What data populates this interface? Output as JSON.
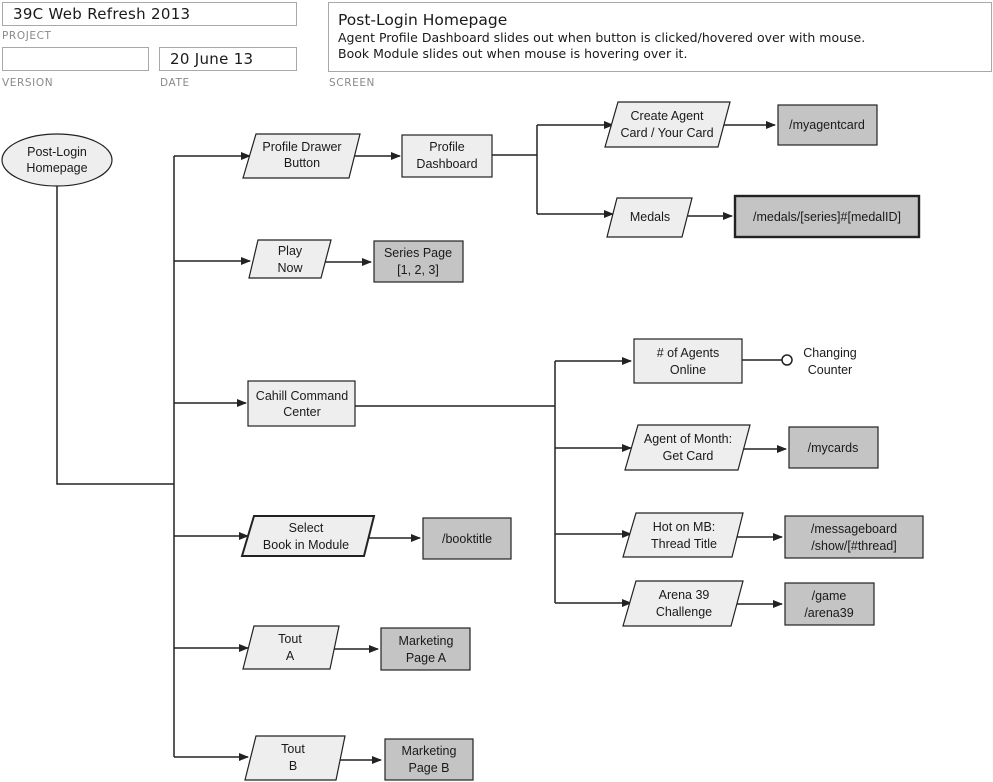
{
  "header": {
    "project_value": "39C Web Refresh 2013",
    "project_caption": "PROJECT",
    "version_value": "",
    "version_caption": "VERSION",
    "date_value": "20 June 13",
    "date_caption": "DATE",
    "screen_caption": "SCREEN",
    "screen_title": "Post-Login Homepage",
    "screen_desc_1": "Agent Profile Dashboard slides out when button is clicked/hovered over with mouse.",
    "screen_desc_2": "Book Module slides out when mouse is hovering over it."
  },
  "colors": {
    "line": "#222222",
    "shape_fill": "#eeeeee",
    "page_fill": "#c4c4c4",
    "border": "#a8a8a8"
  },
  "nodes": {
    "start": [
      "Post-Login",
      "Homepage"
    ],
    "profile_drawer": [
      "Profile Drawer",
      "Button"
    ],
    "profile_dashboard": [
      "Profile",
      "Dashboard"
    ],
    "create_agent_card": [
      "Create Agent",
      "Card / Your Card"
    ],
    "myagentcard": [
      "/myagentcard"
    ],
    "medals": [
      "Medals"
    ],
    "medals_url": [
      "/medals/[series]#[medalID]"
    ],
    "play_now": [
      "Play",
      "Now"
    ],
    "series_page": [
      "Series Page",
      "[1, 2, 3]"
    ],
    "cahill": [
      "Cahill Command",
      "Center"
    ],
    "agents_online": [
      "# of Agents",
      "Online"
    ],
    "changing_counter": [
      "Changing",
      "Counter"
    ],
    "agent_of_month": [
      "Agent of Month:",
      "Get Card"
    ],
    "mycards": [
      "/mycards"
    ],
    "hot_on_mb": [
      "Hot on MB:",
      "Thread Title"
    ],
    "messageboard": [
      "/messageboard",
      "/show/[#thread]"
    ],
    "arena39": [
      "Arena 39",
      "Challenge"
    ],
    "game_arena": [
      "/game",
      "/arena39"
    ],
    "select_book": [
      "Select",
      "Book in Module"
    ],
    "booktitle": [
      "/booktitle"
    ],
    "tout_a": [
      "Tout",
      "A"
    ],
    "marketing_a": [
      "Marketing",
      "Page A"
    ],
    "tout_b": [
      "Tout",
      "B"
    ],
    "marketing_b": [
      "Marketing",
      "Page B"
    ]
  }
}
